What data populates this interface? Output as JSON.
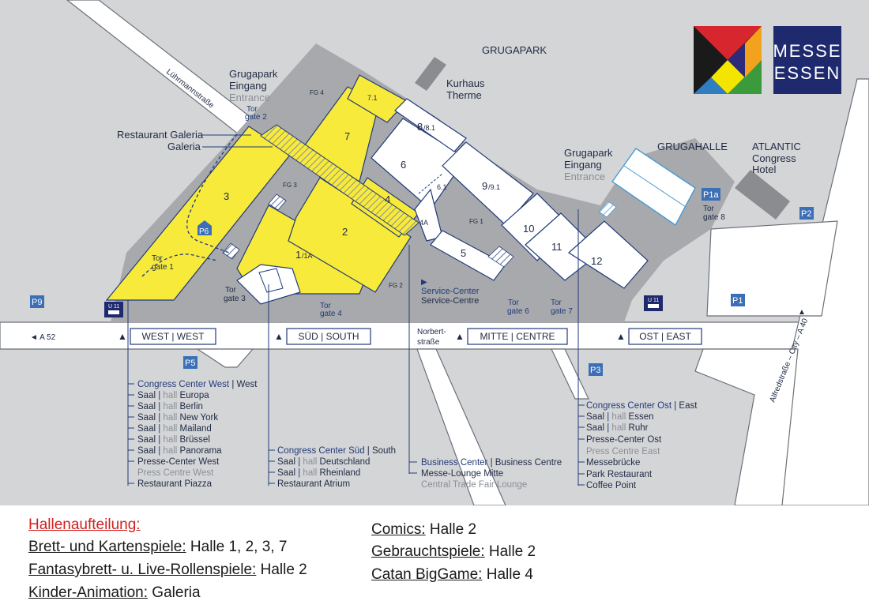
{
  "logo": {
    "line1": "MESSE",
    "line2": "ESSEN",
    "colors": [
      "#d7262e",
      "#f3e500",
      "#2f7ec1",
      "#3a9a3c",
      "#f3a21d",
      "#2d2a7a",
      "#1a1a1a"
    ]
  },
  "colors": {
    "hall_yellow": "#f7ea3a",
    "venue_grey": "#a7a9ac",
    "ground_grey": "#d4d5d7",
    "navy": "#223a7a"
  },
  "places": {
    "grugapark": "GRUGAPARK",
    "kurhaus_1": "Kurhaus",
    "kurhaus_2": "Therme",
    "grugahalle": "GRUGAHALLE",
    "atlantic_1": "ATLANTIC",
    "atlantic_2": "Congress",
    "atlantic_3": "Hotel",
    "street_luehrmann": "Lührmannstraße",
    "street_alfred": "Alfredstraße – City – A 40",
    "road_a52": "◄  A 52",
    "norbert_1": "Norbert-",
    "norbert_2": "straße"
  },
  "entrance_west": {
    "l1": "Grugapark",
    "l2": "Eingang",
    "l3": "Entrance"
  },
  "entrance_east": {
    "l1": "Grugapark",
    "l2": "Eingang",
    "l3": "Entrance"
  },
  "restaurant_galeria": "Restaurant Galeria",
  "galeria": "Galeria",
  "gates": {
    "tor": "Tor",
    "g1": "gate 1",
    "g2": "gate 2",
    "g3": "gate 3",
    "g4": "gate 4",
    "g6": "gate 6",
    "g7": "gate 7",
    "g8": "gate 8"
  },
  "halls": {
    "h1": "1",
    "h1a": "/1A",
    "h2": "2",
    "h3": "3",
    "h4": "4",
    "h4a": "4A",
    "h5": "5",
    "h6": "6",
    "h61": "6.1",
    "h7": "7",
    "h71": "7.1",
    "h8": "8",
    "h81": "/8.1",
    "h9": "9",
    "h91": "/9.1",
    "h10": "10",
    "h11": "11",
    "h12": "12",
    "fg1": "FG 1",
    "fg2": "FG 2",
    "fg3": "FG 3",
    "fg4": "FG 4"
  },
  "parking": {
    "p1": "P1",
    "p1a": "P1a",
    "p2": "P2",
    "p3": "P3",
    "p5": "P5",
    "p6": "P6",
    "p9": "P9"
  },
  "subway": "U 11",
  "service_center": {
    "l1": "Service-Center",
    "l2": "Service-Centre"
  },
  "sections": {
    "west": "WEST  |  WEST",
    "sued": "SÜD  |  SOUTH",
    "mitte": "MITTE  |  CENTRE",
    "ost": "OST  |  EAST"
  },
  "cc_west": {
    "title": "Congress Center West",
    "title_en": " | West",
    "rooms": [
      {
        "de": "Saal",
        "sep": " | ",
        "en": "hall",
        "name": " Europa"
      },
      {
        "de": "Saal",
        "sep": " | ",
        "en": "hall",
        "name": " Berlin"
      },
      {
        "de": "Saal",
        "sep": " | ",
        "en": "hall",
        "name": " New York"
      },
      {
        "de": "Saal",
        "sep": " | ",
        "en": "hall",
        "name": " Mailand"
      },
      {
        "de": "Saal",
        "sep": " | ",
        "en": "hall",
        "name": " Brüssel"
      },
      {
        "de": "Saal",
        "sep": " | ",
        "en": "hall",
        "name": " Panorama"
      }
    ],
    "extra1": "Presse-Center West",
    "extra1_en": "Press Centre West",
    "extra2": "Restaurant Piazza"
  },
  "cc_sued": {
    "title": "Congress Center Süd",
    "title_en": " | South",
    "rooms": [
      {
        "de": "Saal",
        "sep": " | ",
        "en": "hall",
        "name": " Deutschland"
      },
      {
        "de": "Saal",
        "sep": " | ",
        "en": "hall",
        "name": " Rheinland"
      }
    ],
    "extra1": "Restaurant Atrium"
  },
  "business": {
    "title": "Business Center",
    "title_en": " | Business Centre",
    "l1": "Messe-Lounge Mitte",
    "l2": "Central Trade Fair Lounge"
  },
  "cc_ost": {
    "title": "Congress Center Ost",
    "title_en": " | East",
    "rooms": [
      {
        "de": "Saal",
        "sep": " | ",
        "en": "hall",
        "name": " Essen"
      },
      {
        "de": "Saal",
        "sep": " | ",
        "en": "hall",
        "name": " Ruhr"
      }
    ],
    "extra1": "Presse-Center Ost",
    "extra1_en": "Press Centre East",
    "extra2": "Messebrücke",
    "extra3": "Park Restaurant",
    "extra4": "Coffee Point"
  },
  "legend": {
    "title": "Hallenaufteilung:",
    "left": [
      {
        "label": "Brett- und Kartenspiele:",
        "value": " Halle 1, 2, 3, 7"
      },
      {
        "label": "Fantasybrett- u. Live-Rollenspiele:",
        "value": " Halle 2"
      },
      {
        "label": "Kinder-Animation:",
        "value": " Galeria"
      }
    ],
    "right": [
      {
        "label": "Comics:",
        "value": " Halle 2"
      },
      {
        "label": "Gebrauchtspiele:",
        "value": " Halle 2"
      },
      {
        "label": "Catan BigGame:",
        "value": " Halle 4"
      }
    ]
  }
}
